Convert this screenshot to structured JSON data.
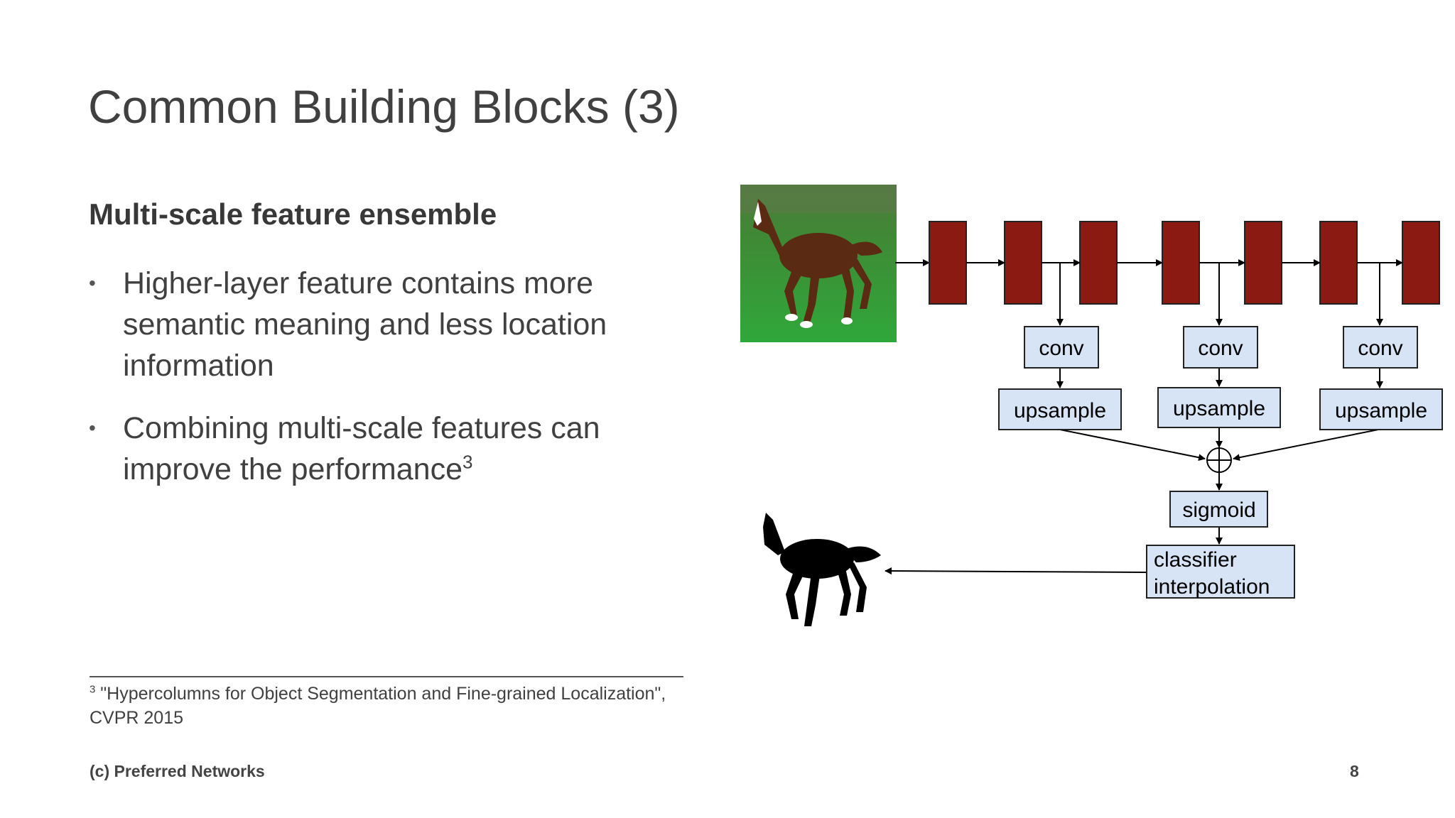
{
  "slide": {
    "title": "Common Building Blocks (3)",
    "subtitle": "Multi-scale feature ensemble",
    "bullets": [
      {
        "text": "Higher-layer feature contains more semantic meaning and less location information",
        "sup": ""
      },
      {
        "text": "Combining multi-scale features can improve the performance",
        "sup": "3"
      }
    ],
    "footnote": {
      "marker": "3",
      "text": "\"Hypercolumns for Object Segmentation and Fine-grained Localization\", CVPR 2015"
    },
    "footer": {
      "copyright": "(c) Preferred Networks",
      "page_number": "8"
    }
  },
  "diagram": {
    "colors": {
      "layer_block": "#8b1a12",
      "op_box_fill": "#d6e4f5",
      "stroke": "#000000"
    },
    "labels": {
      "conv_1": "conv",
      "conv_2": "conv",
      "conv_3": "conv",
      "upsample_1": "upsample",
      "upsample_2": "upsample",
      "upsample_3": "upsample",
      "sum_symbol": "⊕",
      "sigmoid": "sigmoid",
      "classifier_line1": "classifier",
      "classifier_line2": "interpolation"
    }
  }
}
